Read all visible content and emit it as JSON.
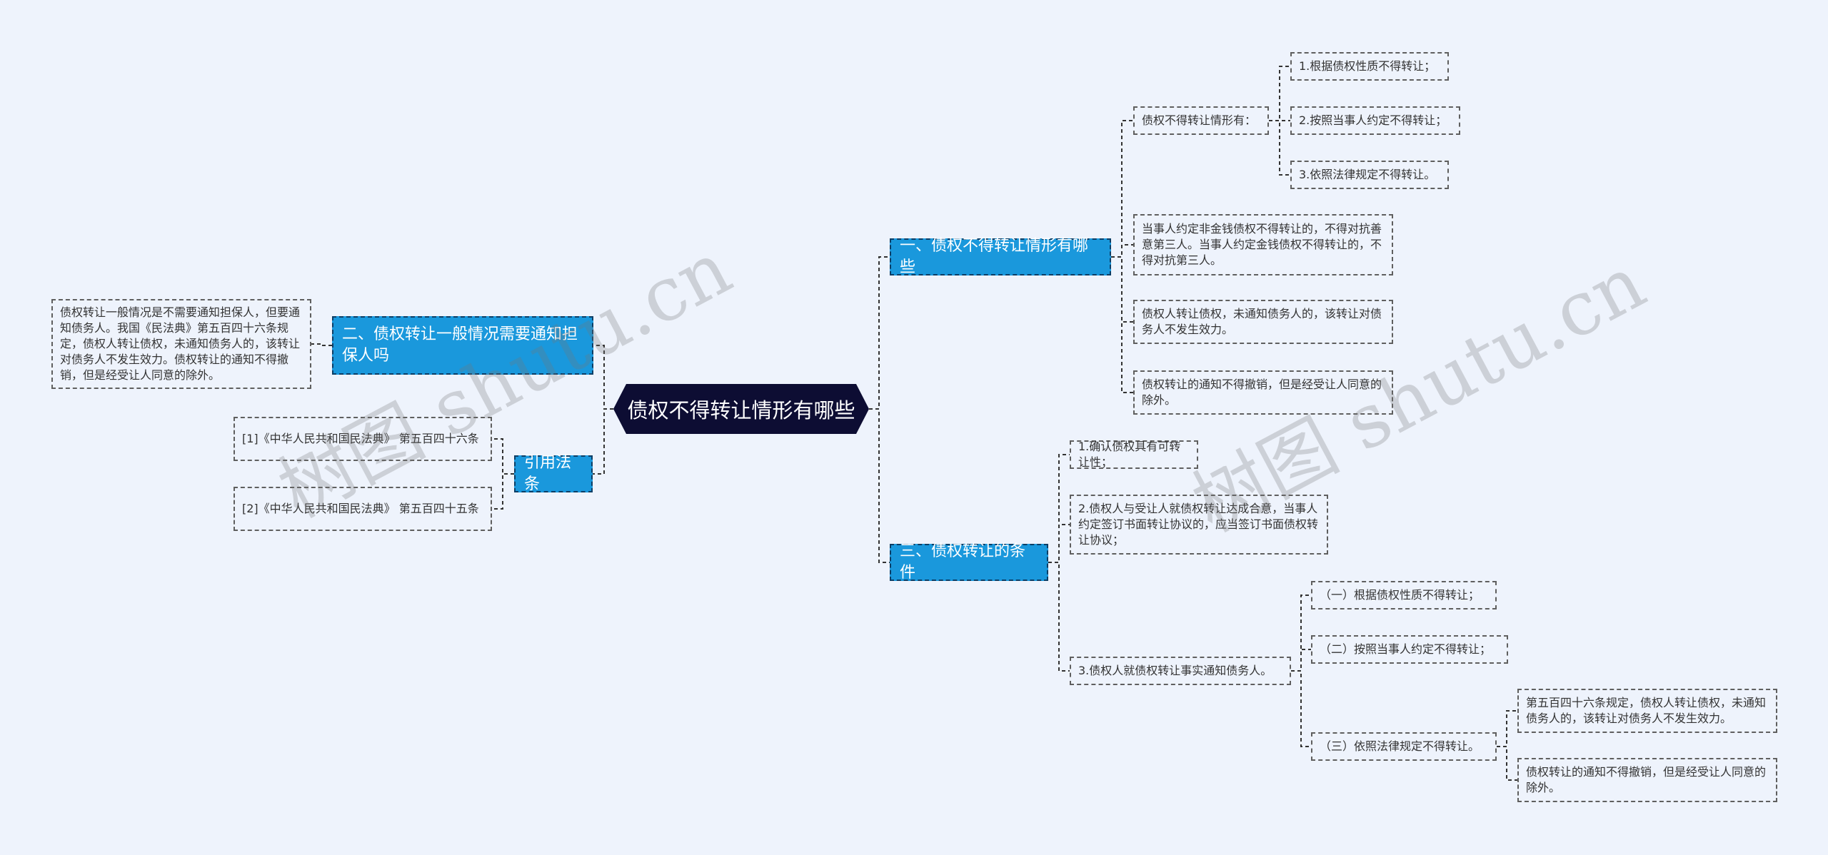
{
  "root": "债权不得转让情形有哪些",
  "branch1": {
    "title": "一、债权不得转让情形有哪些",
    "group_title": "债权不得转让情形有：",
    "group_items": [
      "1.根据债权性质不得转让；",
      "2.按照当事人约定不得转让；",
      "3.依照法律规定不得转让。"
    ],
    "notes": [
      "当事人约定非金钱债权不得转让的，不得对抗善意第三人。当事人约定金钱债权不得转让的，不得对抗第三人。",
      "债权人转让债权，未通知债务人的，该转让对债务人不发生效力。",
      "债权转让的通知不得撤销，但是经受让人同意的除外。"
    ]
  },
  "branch2": {
    "title": "二、债权转让一般情况需要通知担保人吗",
    "note": "债权转让一般情况是不需要通知担保人，但要通知债务人。我国《民法典》第五百四十六条规定，债权人转让债权，未通知债务人的，该转让对债务人不发生效力。债权转让的通知不得撤销，但是经受让人同意的除外。"
  },
  "branch3": {
    "title": "三、债权转让的条件",
    "cond1": "1.确认债权具有可转让性；",
    "cond2": "2.债权人与受让人就债权转让达成合意，当事人约定签订书面转让协议的，应当签订书面债权转让协议；",
    "cond3": "3.债权人就债权转让事实通知债务人。",
    "cond3_items": [
      "（一）根据债权性质不得转让；",
      "（二）按照当事人约定不得转让；",
      "（三）依照法律规定不得转让。"
    ],
    "law_notes": [
      "第五百四十六条规定，债权人转让债权，未通知债务人的，该转让对债务人不发生效力。",
      "债权转让的通知不得撤销，但是经受让人同意的除外。"
    ]
  },
  "citations": {
    "title": "引用法条",
    "items": [
      "[1]《中华人民共和国民法典》 第五百四十六条",
      "[2]《中华人民共和国民法典》 第五百四十五条"
    ]
  },
  "watermarks": [
    "树图 shutu.cn",
    "树图 shutu.cn"
  ],
  "colors": {
    "background": "#eef3fc",
    "root": "#0d0d33",
    "branch": "#1a98dc",
    "connector": "#333333"
  }
}
